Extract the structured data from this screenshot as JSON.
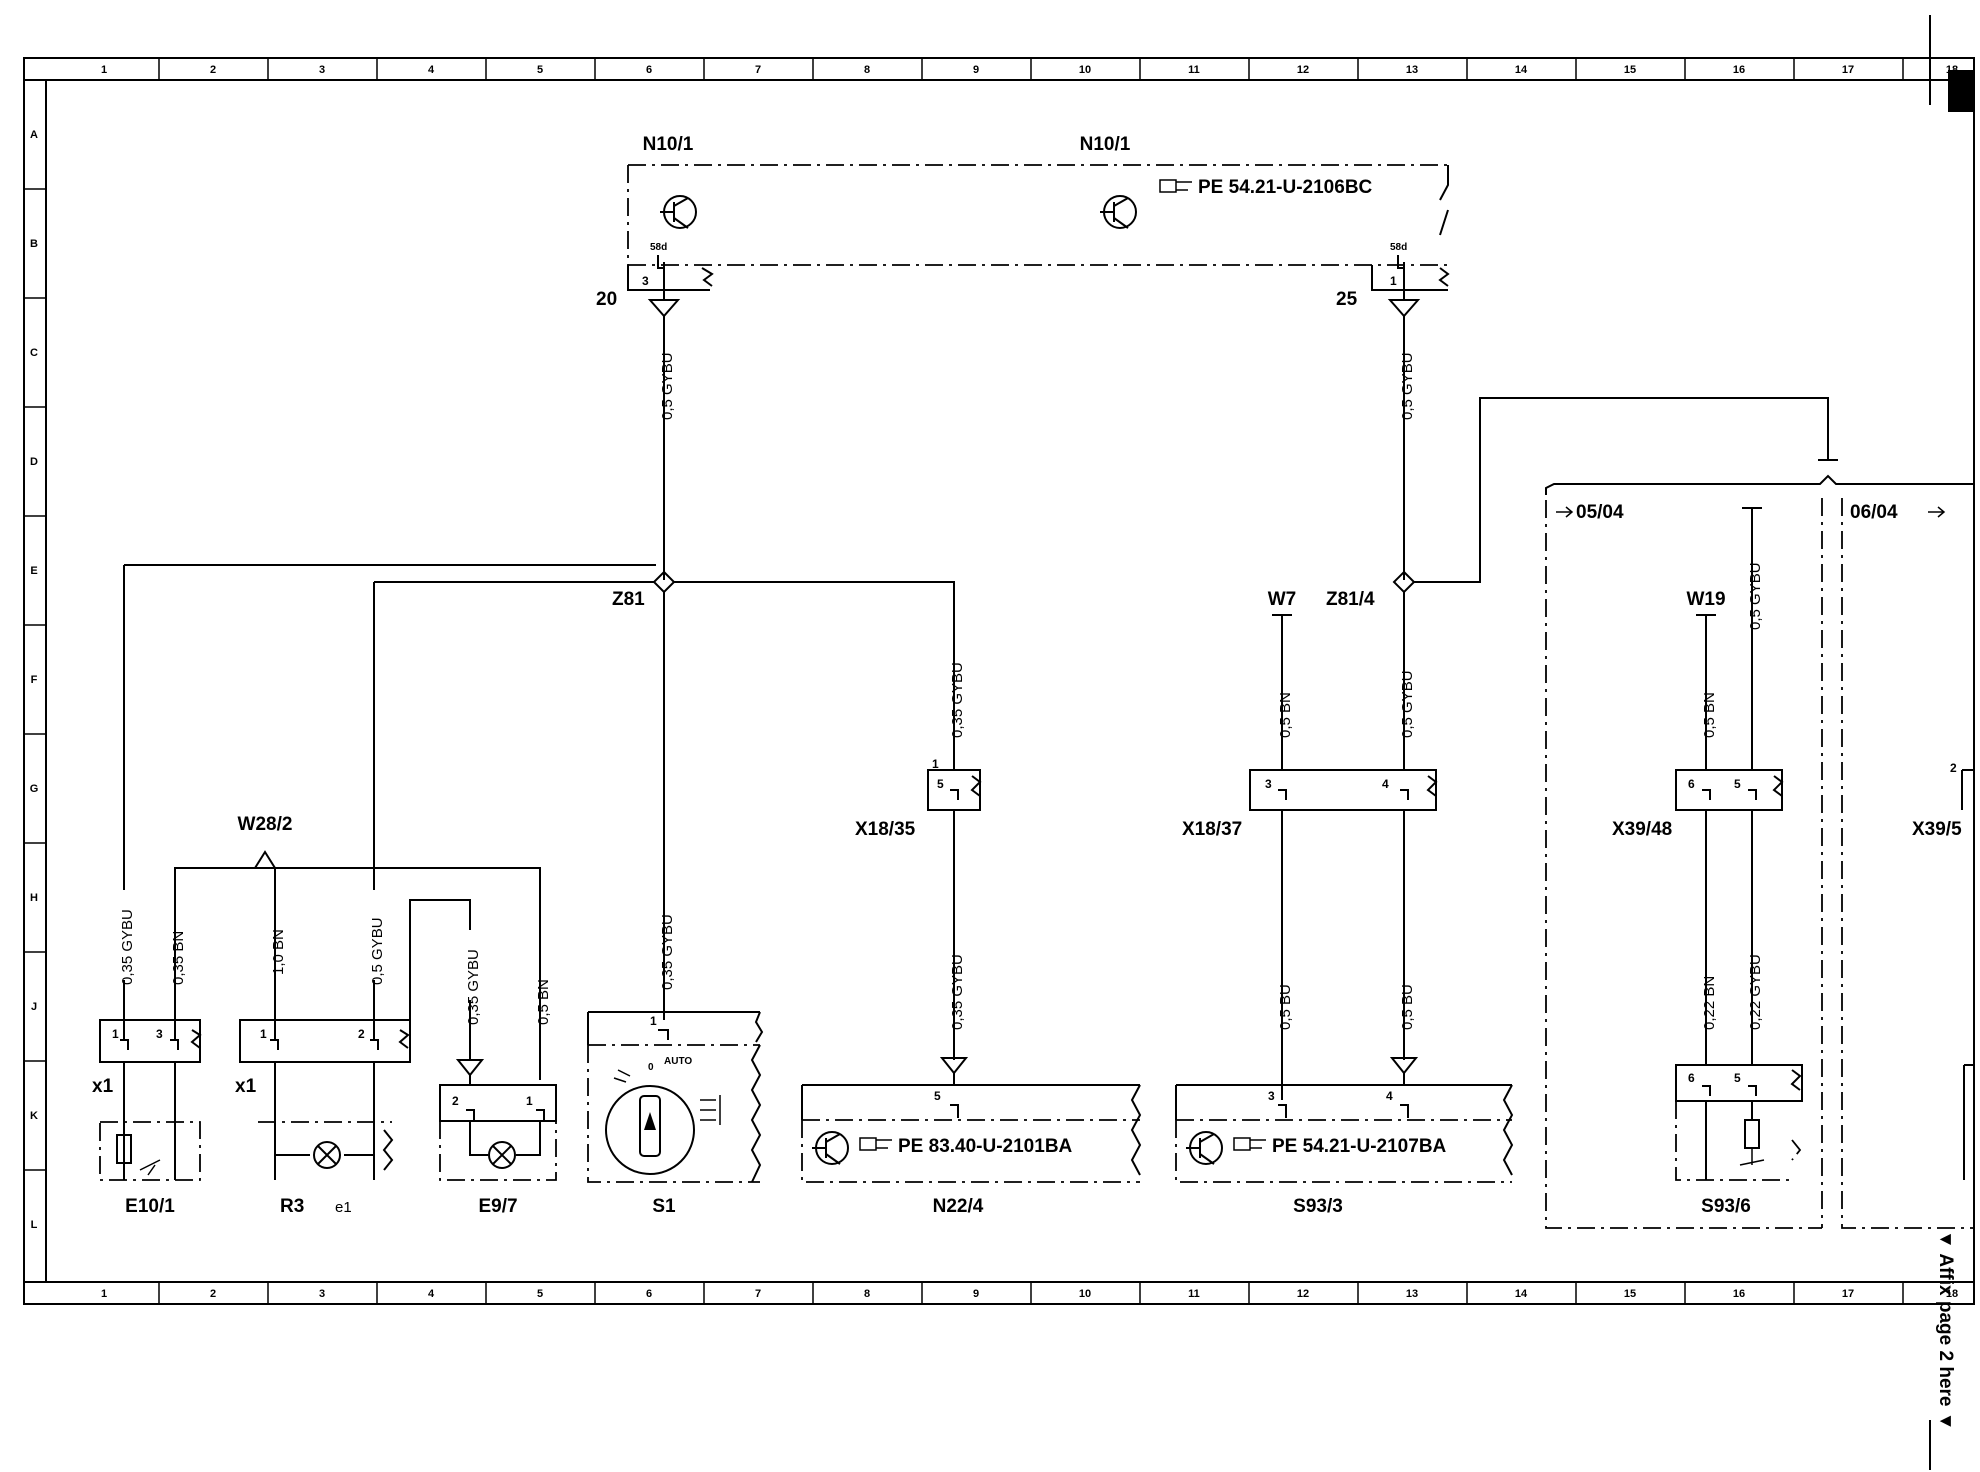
{
  "grid": {
    "columns": [
      "1",
      "2",
      "3",
      "4",
      "5",
      "6",
      "7",
      "8",
      "9",
      "10",
      "11",
      "12",
      "13",
      "14",
      "15",
      "16",
      "17",
      "18"
    ],
    "rows": [
      "A",
      "B",
      "C",
      "D",
      "E",
      "F",
      "G",
      "H",
      "J",
      "K",
      "L"
    ]
  },
  "components": {
    "n10_1_left": "N10/1",
    "n10_1_right": "N10/1",
    "n10_ref": "PE 54.21-U-2106BC",
    "n10_pin_58d_left": "58d",
    "n10_pin_58d_right": "58d",
    "n10_pin3": "3",
    "n10_pin1": "1",
    "n10_num20": "20",
    "n10_num25": "25",
    "z81": "Z81",
    "z81_4": "Z81/4",
    "w7": "W7",
    "w19": "W19",
    "w28_2": "W28/2",
    "x1a": "x1",
    "x1b": "x1",
    "x18_35": "X18/35",
    "x18_37": "X18/37",
    "x39_48": "X39/48",
    "x39_5": "X39/5",
    "e10_1": "E10/1",
    "r3": "R3",
    "e1": "e1",
    "e9_7": "E9/7",
    "s1": "S1",
    "s1_auto": "AUTO",
    "s1_o": "0",
    "n22_4": "N22/4",
    "n22_ref": "PE 83.40-U-2101BA",
    "s93_3": "S93/3",
    "s93_ref": "PE 54.21-U-2107BA",
    "s93_6": "S93/6",
    "zone_0504": "05/04",
    "zone_0604": "06/04",
    "affix": "▼ Affix page 2 here ▼"
  },
  "wires": {
    "w_n10_left": "0,5 GYBU",
    "w_n10_right": "0,5 GYBU",
    "w_e10_gybu": "0,35 GYBU",
    "w_e10_bn": "0,35 BN",
    "w_r3_bn": "1,0 BN",
    "w_r3_gybu": "0,5 GYBU",
    "w_e97_gybu": "0,35 GYBU",
    "w_e97_bn": "0,5 BN",
    "w_s1_gybu": "0,35 GYBU",
    "w_x1835_top": "0,35 GYBU",
    "w_x1835_bot": "0,35 GYBU",
    "w_w7_bn": "0,5 BN",
    "w_z814_gybu": "0,5 GYBU",
    "w_s933_bu1": "0,5 BU",
    "w_s933_bu2": "0,5 BU",
    "w_w19_bn": "0,5 BN",
    "w_x3948_gybu": "0,5 GYBU",
    "w_s936_bn": "0,22 BN",
    "w_s936_gybu": "0,22 GYBU"
  },
  "pins": {
    "e10_p1": "1",
    "e10_p3": "3",
    "r3_p1": "1",
    "r3_p2": "2",
    "e97_p2": "2",
    "e97_p1": "1",
    "s1_p1": "1",
    "x1835_p5": "5",
    "x1835_p1": "1",
    "n22_p5": "5",
    "x1837_p3": "3",
    "x1837_p4": "4",
    "s933_p3": "3",
    "s933_p4": "4",
    "x3948_p6": "6",
    "x3948_p5": "5",
    "s936_p6": "6",
    "s936_p5": "5",
    "x395_p2": "2"
  },
  "icons": [
    "transistor-icon",
    "reference-hand-icon",
    "lamp-icon",
    "resistor-icon",
    "ground-arrow-icon",
    "rotary-switch-icon"
  ]
}
